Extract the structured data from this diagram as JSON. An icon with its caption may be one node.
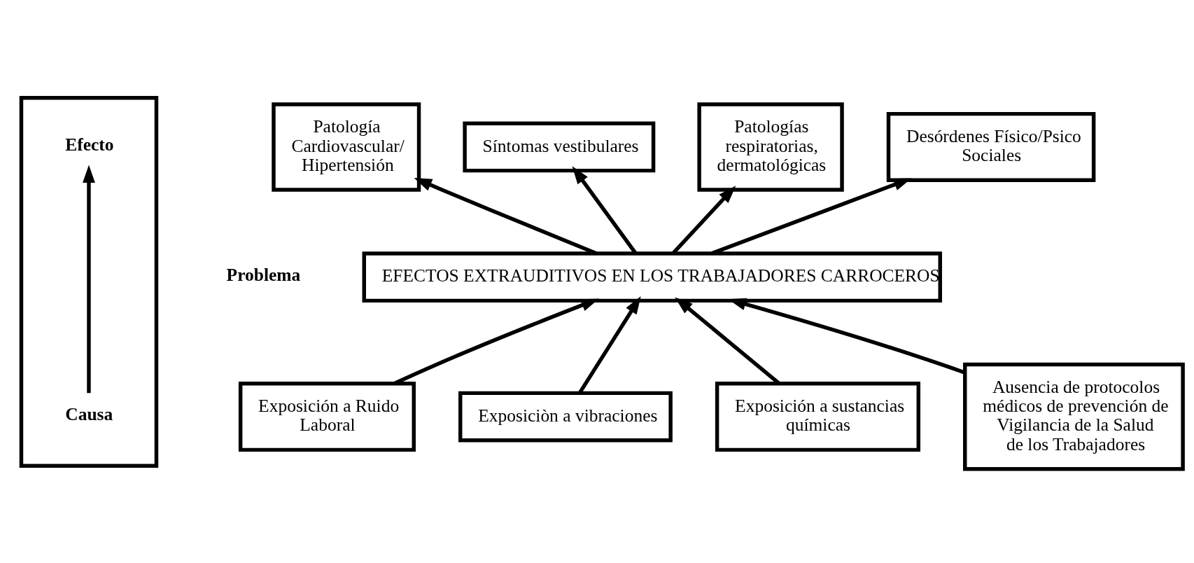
{
  "diagram": {
    "nodes": [
      {
        "text": [],
        "shape": "box"
      },
      {
        "text": [
          "Efecto"
        ],
        "in": 0
      },
      {
        "text": [
          "Causa"
        ],
        "in": 0
      },
      {
        "text": [
          "Patología Cardiovascular/ Hipertensión"
        ]
      },
      {
        "text": [
          "Síntomas vestibulares"
        ]
      },
      {
        "text": [
          "Patologías respiratorias, dermatológicas"
        ]
      },
      {
        "text": [
          "Desórdenes Físico/Psico Sociales"
        ]
      },
      {
        "text": [
          "EFECTOS EXTRAUDITIVOS EN LOS TRABAJADORES CARROCEROS"
        ],
        "beside": [
          "Problema"
        ]
      },
      {
        "text": [
          "Exposición a Ruido Laboral"
        ]
      },
      {
        "text": [
          "Exposiciòn a vibraciones"
        ]
      },
      {
        "text": [
          "Exposición a sustancias químicas"
        ]
      },
      {
        "text": [
          "Ausencia de protocolos médicos de prevención de Vigilancia de la Salud de los Trabajadores"
        ]
      }
    ],
    "edges": [
      {
        "from": 2,
        "to": 1,
        "arrow": "to"
      },
      {
        "from": 7,
        "to": 3,
        "arrow": "to"
      },
      {
        "from": 7,
        "to": 4,
        "arrow": "to"
      },
      {
        "from": 7,
        "to": 5,
        "arrow": "to"
      },
      {
        "from": 7,
        "to": 6,
        "arrow": "to"
      },
      {
        "from": 8,
        "to": 7,
        "arrow": "to"
      },
      {
        "from": 9,
        "to": 7,
        "arrow": "to"
      },
      {
        "from": 10,
        "to": 7,
        "arrow": "to"
      },
      {
        "from": 11,
        "to": 7,
        "arrow": "to"
      }
    ]
  }
}
